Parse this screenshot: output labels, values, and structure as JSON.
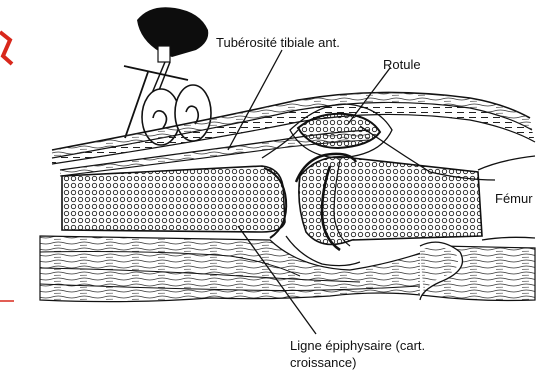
{
  "labels": {
    "tuberosite": "Tubérosité tibiale ant.",
    "rotule": "Rotule",
    "femur": "Fémur",
    "ligne_line1": "Ligne épiphysaire (cart.",
    "ligne_line2": "croissance)"
  },
  "colors": {
    "ink": "#111111",
    "red_mark": "#d8281c",
    "background": "#ffffff"
  },
  "icons": {
    "transducer": "ultrasound-probe-icon",
    "fingers": "hand-fingers-icon"
  }
}
